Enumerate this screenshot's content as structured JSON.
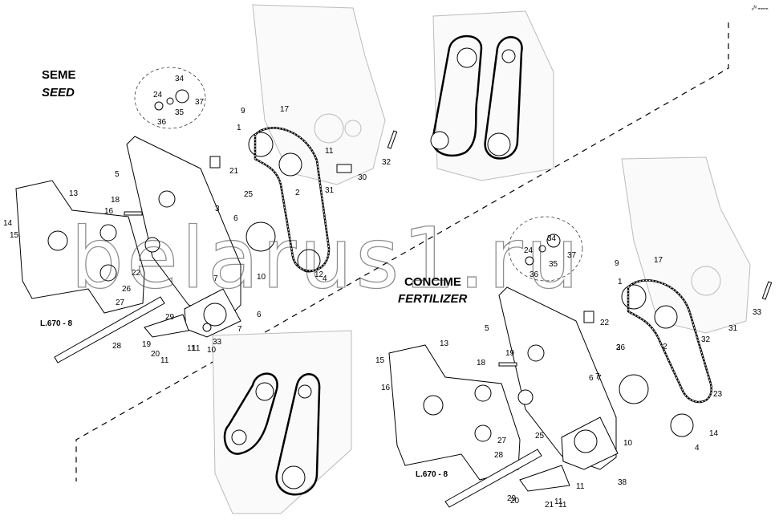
{
  "diagram": {
    "top_right_mark": "ₑᴺ ₘₘₘ",
    "sections": {
      "seed": {
        "title_it": "SEME",
        "title_en": "SEED",
        "ref": "L.670 - 8"
      },
      "fertilizer": {
        "title_it": "CONCIME",
        "title_en": "FERTILIZER",
        "ref": "L.670 - 8"
      }
    },
    "watermark": "belarus1.ru",
    "seed_callouts": [
      "34",
      "24",
      "37",
      "35",
      "36",
      "9",
      "17",
      "1",
      "2",
      "3",
      "4",
      "5",
      "6",
      "7",
      "10",
      "11",
      "12",
      "13",
      "14",
      "15",
      "16",
      "18",
      "19",
      "20",
      "21",
      "22",
      "25",
      "26",
      "27",
      "28",
      "29",
      "30",
      "31",
      "32",
      "33",
      "7",
      "6",
      "11",
      "10",
      "11",
      "11"
    ],
    "fert_callouts": [
      "24",
      "34",
      "35",
      "36",
      "37",
      "9",
      "17",
      "1",
      "2",
      "3",
      "4",
      "5",
      "6",
      "7",
      "10",
      "11",
      "13",
      "14",
      "15",
      "16",
      "18",
      "19",
      "20",
      "21",
      "22",
      "23",
      "25",
      "26",
      "27",
      "28",
      "29",
      "31",
      "32",
      "33",
      "38",
      "7",
      "11",
      "11"
    ]
  }
}
